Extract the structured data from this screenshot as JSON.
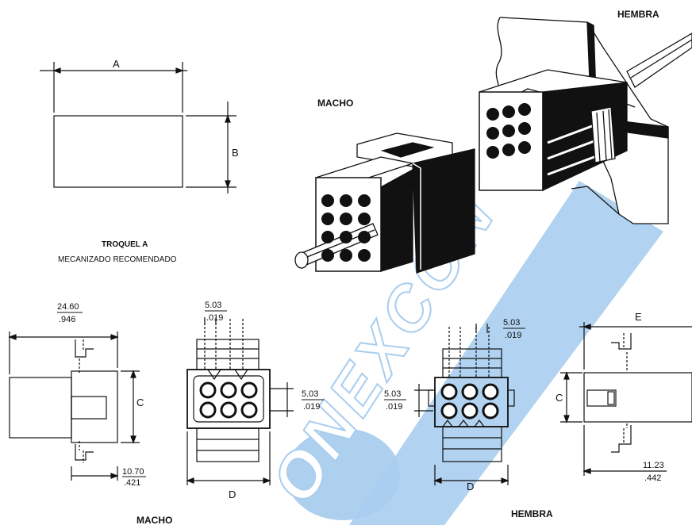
{
  "labels": {
    "hembra_top": "HEMBRA",
    "macho_top": "MACHO",
    "troquel": "TROQUEL A",
    "mecanizado": "MECANIZADO RECOMENDADO",
    "dim_a": "A",
    "dim_b": "B",
    "dim_c_left": "C",
    "dim_c_right": "C",
    "dim_d_left": "D",
    "dim_d_right": "D",
    "dim_e": "E",
    "macho_bottom": "MACHO",
    "hembra_bottom": "HEMBRA"
  },
  "dimensions": {
    "d1_top": "24.60",
    "d1_bot": ".946",
    "d2_top": "5.03",
    "d2_bot": ".019",
    "d3_top": "5.03",
    "d3_bot": ".019",
    "d4_top": "10.70",
    "d4_bot": ".421",
    "d5_top": "5.03",
    "d5_bot": ".019",
    "d6_top": "5.03",
    "d6_bot": ".019",
    "d7_top": "11.23",
    "d7_bot": ".442"
  },
  "watermark": {
    "text": "ONEXCON",
    "color": "#a9cdee"
  },
  "colors": {
    "ink": "#111111",
    "paper": "#ffffff"
  }
}
